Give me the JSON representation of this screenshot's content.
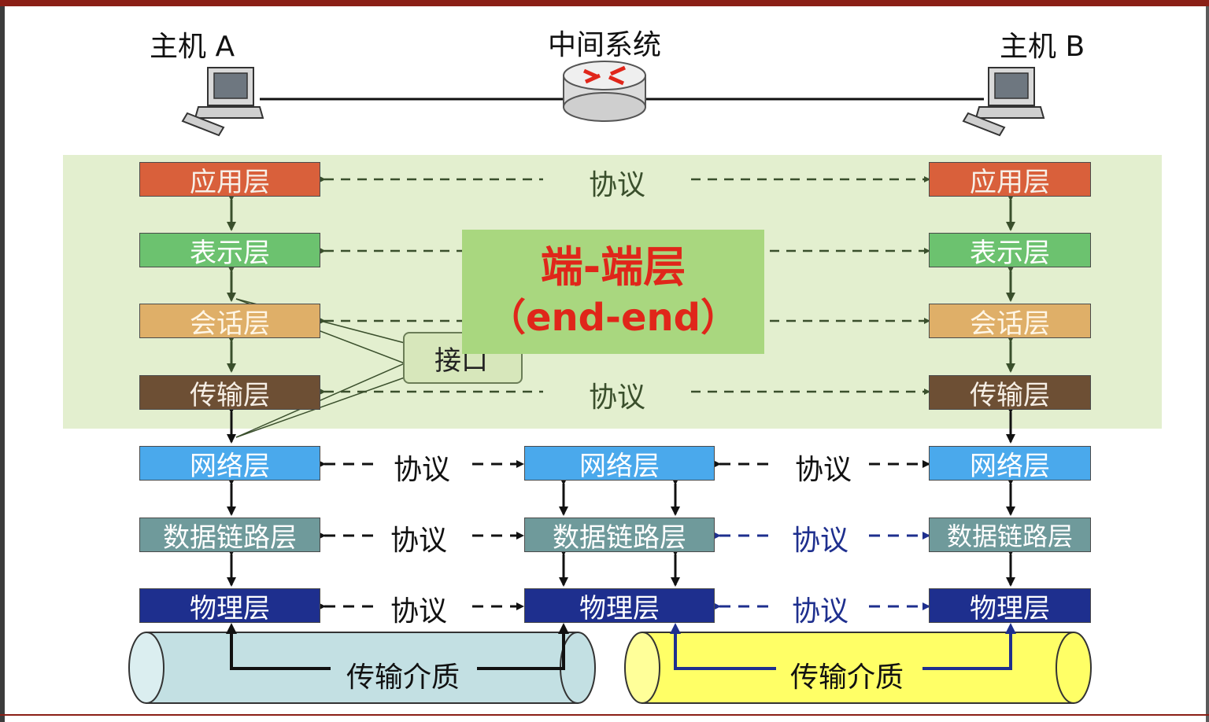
{
  "hosts": {
    "host_a": "主机 A",
    "middle": "中间系统",
    "host_b": "主机 B"
  },
  "layers": {
    "application": "应用层",
    "presentation": "表示层",
    "session": "会话层",
    "transport": "传输层",
    "network": "网络层",
    "datalink": "数据链路层",
    "physical": "物理层"
  },
  "protocol_label": "协议",
  "end_to_end": {
    "title": "端-端层",
    "subtitle": "（end-end）"
  },
  "interface_label": "接口",
  "medium_label": "传输介质",
  "colors": {
    "application": "#d9603b",
    "presentation": "#6cc26f",
    "session": "#dfaf68",
    "transport": "#6d4f34",
    "network": "#4aa9ec",
    "datalink": "#6f9a9b",
    "physical": "#1e2f8e",
    "end_to_end_region": "#e3efcf",
    "end_to_end_text": "#e0261a",
    "medium_left": "#c3e0e3",
    "medium_right": "#ffff66"
  }
}
